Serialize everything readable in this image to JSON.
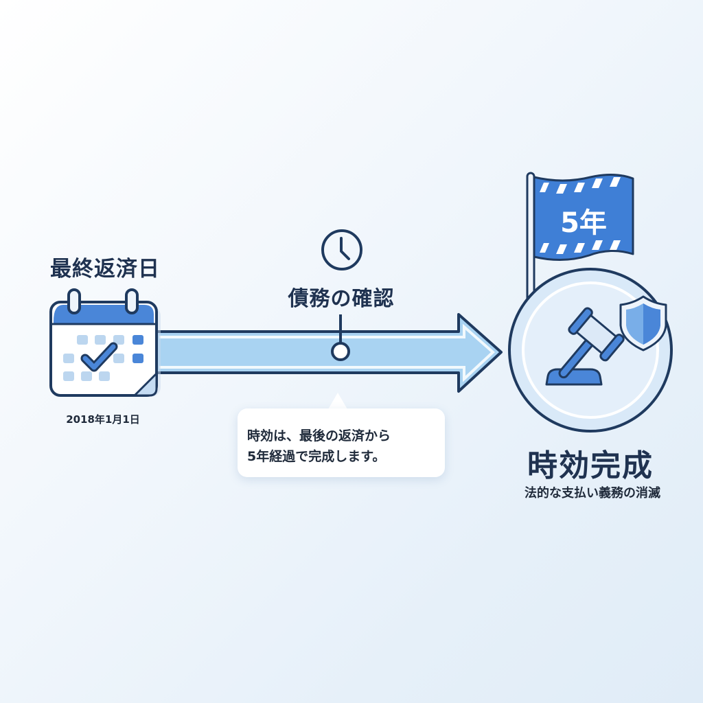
{
  "start": {
    "label": "最終返済日",
    "date": "2018年1月1日",
    "icon": "calendar-check-icon"
  },
  "middle": {
    "label": "債務の確認",
    "icon": "clock-icon",
    "callout": {
      "line1": "時効は、最後の返済から",
      "line2": "5年経過で完成します。"
    }
  },
  "end": {
    "flag_text": "5年",
    "title": "時効完成",
    "subtitle": "法的な支払い義務の消滅",
    "icons": [
      "flag-icon",
      "gavel-icon",
      "shield-icon"
    ]
  },
  "colors": {
    "outline": "#1f3a5f",
    "primary_blue": "#3f7fd6",
    "light_blue": "#a9d3f2",
    "pale_blue": "#d6e8f8",
    "text_dark": "#1f3250"
  }
}
